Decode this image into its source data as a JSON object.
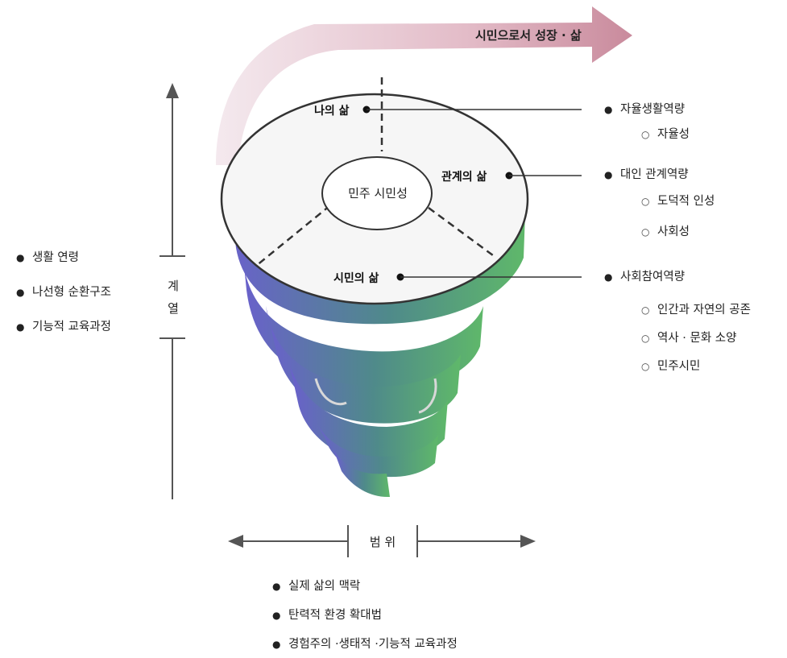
{
  "top_arrow": {
    "label": "시민으로서 성장 · 삶"
  },
  "center": {
    "label": "민주 시민성"
  },
  "sections": {
    "my_life": "나의 삶",
    "relation_life": "관계의 삶",
    "citizen_life": "시민의 삶"
  },
  "right_groups": [
    {
      "title": "자율생활역량",
      "items": [
        "자율성"
      ]
    },
    {
      "title": "대인 관계역량",
      "items": [
        "도덕적 인성",
        "사회성"
      ]
    },
    {
      "title": "사회참여역량",
      "items": [
        "인간과 자연의 공존",
        "역사 · 문화 소양",
        "민주시민"
      ]
    }
  ],
  "left_axis": {
    "label_1": "계",
    "label_2": "열"
  },
  "left_items": [
    "생활 연령",
    "나선형 순환구조",
    "기능적 교육과정"
  ],
  "bottom_axis": {
    "label": "범 위"
  },
  "bottom_items": [
    "실제 삶의 맥락",
    "탄력적 환경 확대법",
    "경험주의 ·생태적 ·기능적 교육과정"
  ],
  "colors": {
    "spiral_purple": "#6a5fc8",
    "spiral_green": "#5fb56a",
    "arrow_pink": "#c98a9c",
    "axis_gray": "#555555"
  }
}
